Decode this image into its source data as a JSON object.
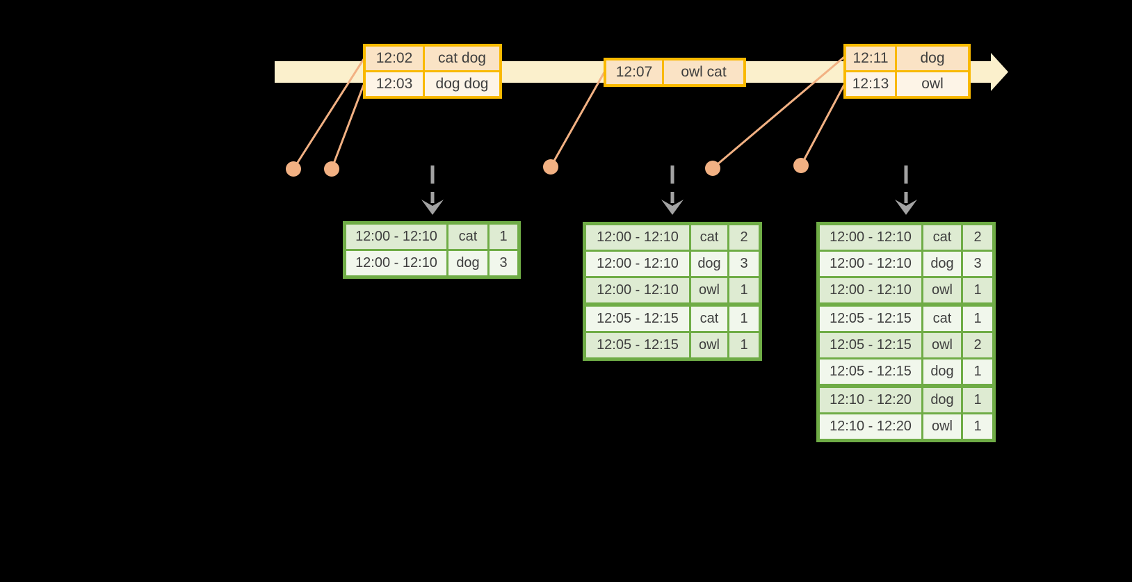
{
  "colors": {
    "background": "#000000",
    "timeline_band": "#FBF0CC",
    "event_table_border": "#F9B900",
    "event_row_dark": "#FAE3C5",
    "event_row_light": "#FDF4E7",
    "marker_orange": "#F2B183",
    "result_table_border": "#6FAC46",
    "result_row_dark": "#DEEBD2",
    "result_row_light": "#F1F7EC",
    "trigger_arrow_gray": "#A3A3A3",
    "text": "#3E3E3E"
  },
  "icons": {
    "timeline": "right-arrow-band",
    "event_marker": "filled-circle",
    "trigger": "dashed-down-arrow"
  },
  "event_tables": [
    {
      "rows": [
        {
          "time": "12:02",
          "words": "cat dog"
        },
        {
          "time": "12:03",
          "words": "dog dog"
        }
      ]
    },
    {
      "rows": [
        {
          "time": "12:07",
          "words": "owl cat"
        }
      ]
    },
    {
      "rows": [
        {
          "time": "12:11",
          "words": "dog"
        },
        {
          "time": "12:13",
          "words": "owl"
        }
      ]
    }
  ],
  "result_tables": [
    {
      "rows": [
        {
          "window": "12:00 - 12:10",
          "word": "cat",
          "count": "1"
        },
        {
          "window": "12:00 - 12:10",
          "word": "dog",
          "count": "3"
        }
      ]
    },
    {
      "rows": [
        {
          "window": "12:00 - 12:10",
          "word": "cat",
          "count": "2"
        },
        {
          "window": "12:00 - 12:10",
          "word": "dog",
          "count": "3"
        },
        {
          "window": "12:00 - 12:10",
          "word": "owl",
          "count": "1"
        },
        {
          "window": "12:05 - 12:15",
          "word": "cat",
          "count": "1",
          "group_start": true
        },
        {
          "window": "12:05 - 12:15",
          "word": "owl",
          "count": "1"
        }
      ]
    },
    {
      "rows": [
        {
          "window": "12:00 - 12:10",
          "word": "cat",
          "count": "2"
        },
        {
          "window": "12:00 - 12:10",
          "word": "dog",
          "count": "3"
        },
        {
          "window": "12:00 - 12:10",
          "word": "owl",
          "count": "1"
        },
        {
          "window": "12:05 - 12:15",
          "word": "cat",
          "count": "1",
          "group_start": true
        },
        {
          "window": "12:05 - 12:15",
          "word": "owl",
          "count": "2"
        },
        {
          "window": "12:05 - 12:15",
          "word": "dog",
          "count": "1"
        },
        {
          "window": "12:10 - 12:20",
          "word": "dog",
          "count": "1",
          "group_start": true
        },
        {
          "window": "12:10 - 12:20",
          "word": "owl",
          "count": "1"
        }
      ]
    }
  ]
}
